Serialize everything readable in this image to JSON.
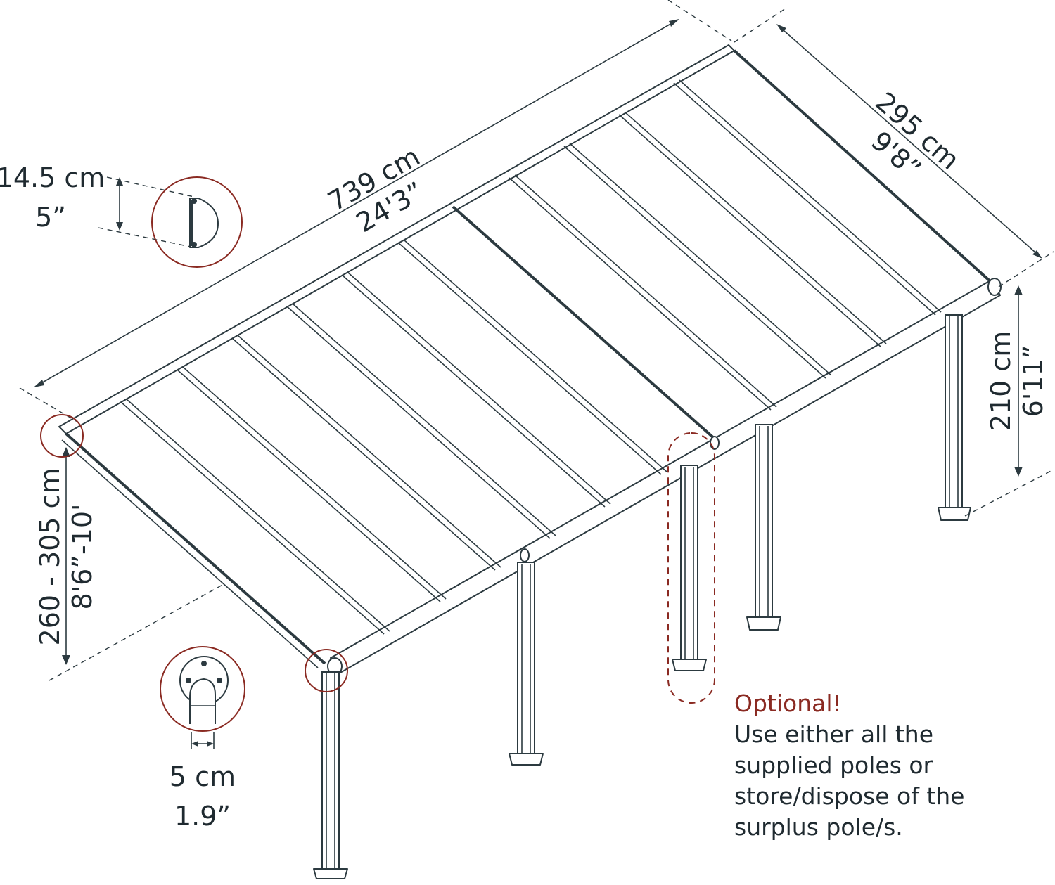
{
  "dimensions": {
    "length_cm": "739 cm",
    "length_ft": "24'3”",
    "width_cm": "295 cm",
    "width_ft": "9'8”",
    "front_height_cm": "210 cm",
    "front_height_ft": "6'11”",
    "wall_height_cm": "260 - 305 cm",
    "wall_height_ft": "8'6”-10'",
    "beam_height_cm": "14.5 cm",
    "beam_height_in": "5”",
    "pole_width_cm": "5 cm",
    "pole_width_in": "1.9”"
  },
  "note": {
    "title": "Optional!",
    "lines": [
      "Use either all the",
      "supplied poles or",
      "store/dispose of the",
      "surplus pole/s."
    ]
  },
  "colors": {
    "line": "#2c3a40",
    "accent": "#8a2a22"
  }
}
